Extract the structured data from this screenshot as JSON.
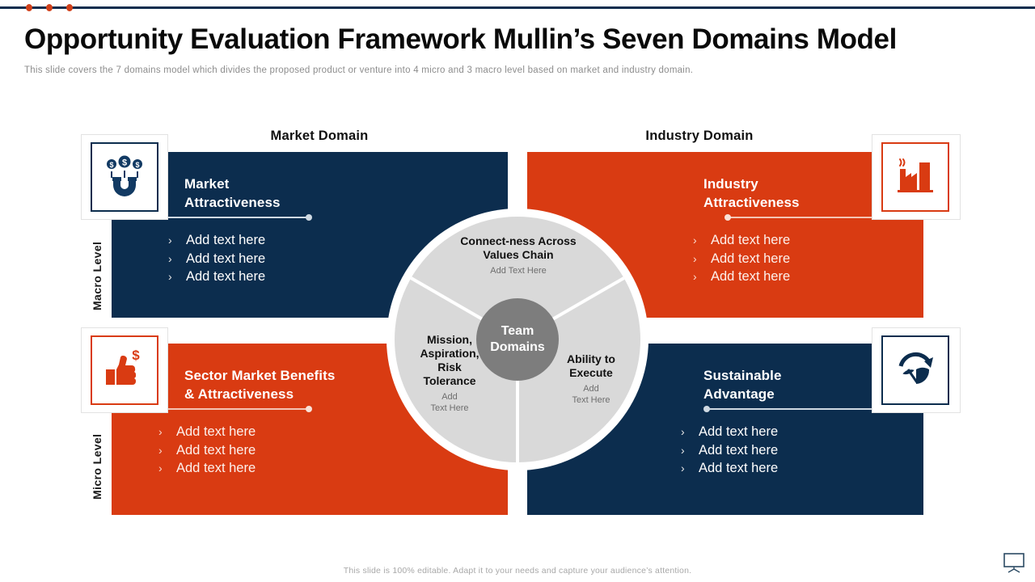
{
  "header": {
    "title": "Opportunity Evaluation Framework Mullin’s Seven Domains Model",
    "subtitle": "This slide covers the 7 domains model which divides the proposed product or venture into 4 micro and 3 macro level based on market and industry domain."
  },
  "colors": {
    "navy": "#0c2d4e",
    "red": "#d93b12",
    "wheel": "#d9d9d9",
    "hub": "#7d7d7d",
    "rule": "#0d2d4e",
    "dot": "#d0401a"
  },
  "domains": {
    "market_label": "Market Domain",
    "industry_label": "Industry Domain"
  },
  "levels": {
    "macro": "Macro Level",
    "micro": "Micro Level"
  },
  "bullet_marker": "›",
  "panels": [
    {
      "key": "market-attractiveness",
      "title": "Market\nAttractiveness",
      "title_line1": "Market",
      "title_line2": "Attractiveness",
      "icon": "magnet-money-icon",
      "theme": "navy",
      "bullets": [
        "Add text here",
        "Add text here",
        "Add text here"
      ]
    },
    {
      "key": "industry-attractiveness",
      "title_line1": "Industry",
      "title_line2": "Attractiveness",
      "icon": "factory-icon",
      "theme": "red",
      "bullets": [
        "Add text here",
        "Add text here",
        "Add text here"
      ]
    },
    {
      "key": "sector-market-benefits",
      "title_line1": "Sector Market Benefits",
      "title_line2": "& Attractiveness",
      "icon": "thumbs-up-money-icon",
      "theme": "red",
      "bullets": [
        "Add text here",
        "Add text here",
        "Add text here"
      ]
    },
    {
      "key": "sustainable-advantage",
      "title_line1": "Sustainable",
      "title_line2": "Advantage",
      "icon": "sustainability-icon",
      "theme": "navy",
      "bullets": [
        "Add text here",
        "Add text here",
        "Add text here"
      ]
    }
  ],
  "wheel": {
    "hub_line1": "Team",
    "hub_line2": "Domains",
    "segments": [
      {
        "key": "connectness",
        "title_line1": "Connect-ness Across",
        "title_line2": "Values Chain",
        "sub": "Add Text Here"
      },
      {
        "key": "mission-aspiration",
        "title_line1": "Mission,",
        "title_line2": "Aspiration,",
        "title_line3": "Risk",
        "title_line4": "Tolerance",
        "sub_line1": "Add",
        "sub_line2": "Text Here"
      },
      {
        "key": "ability-to-execute",
        "title_line1": "Ability to",
        "title_line2": "Execute",
        "sub_line1": "Add",
        "sub_line2": "Text Here"
      }
    ]
  },
  "footer": {
    "note": "This slide is 100% editable. Adapt it to your needs and capture your audience’s attention.",
    "icon": "presentation-screen-icon"
  }
}
